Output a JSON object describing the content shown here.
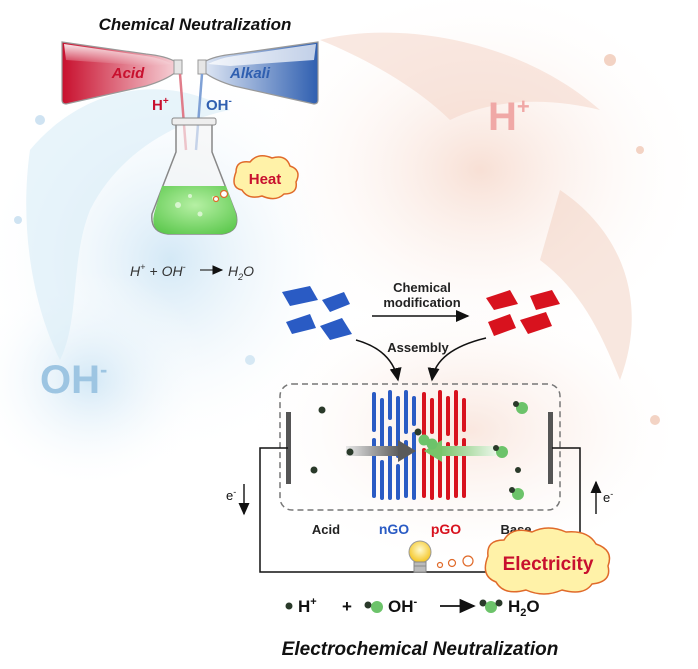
{
  "top": {
    "title": "Chemical Neutralization",
    "acid_label": "Acid",
    "alkali_label": "Alkali",
    "h_plus": "H",
    "h_plus_sup": "+",
    "oh_minus": "OH",
    "oh_minus_sup": "-",
    "heat_label": "Heat",
    "equation": {
      "h": "H",
      "h_sup": "+",
      "plus": "+",
      "oh": "OH",
      "oh_sup": "-",
      "h2o": "H",
      "h2o_sub": "2",
      "h2o_tail": "O"
    }
  },
  "background": {
    "big_h": "H",
    "big_h_sup": "+",
    "big_oh": "OH",
    "big_oh_sup": "-"
  },
  "process": {
    "chem_mod_line1": "Chemical",
    "chem_mod_line2": "modification",
    "assembly": "Assembly"
  },
  "cell": {
    "acid": "Acid",
    "ngo": "nGO",
    "pgo": "pGO",
    "base": "Base",
    "e_left": "e",
    "e_left_sup": "-",
    "e_right": "e",
    "e_right_sup": "-",
    "electricity": "Electricity"
  },
  "bottom": {
    "h": "H",
    "h_sup": "+",
    "plus": "+",
    "oh": "OH",
    "oh_sup": "-",
    "h2o": "H",
    "h2o_sub": "2",
    "h2o_tail": "O",
    "title": "Electrochemical Neutralization"
  },
  "colors": {
    "acid_red": "#c8102e",
    "alkali_blue": "#2f5fb0",
    "heat_bg": "#fff2a8",
    "heat_text": "#c8102e",
    "green_solution": "#7bd96a",
    "ngo_blue": "#2a5bc4",
    "pgo_red": "#d8121e",
    "ion_green": "#6cc36a",
    "ion_dark": "#2a3a2a"
  }
}
